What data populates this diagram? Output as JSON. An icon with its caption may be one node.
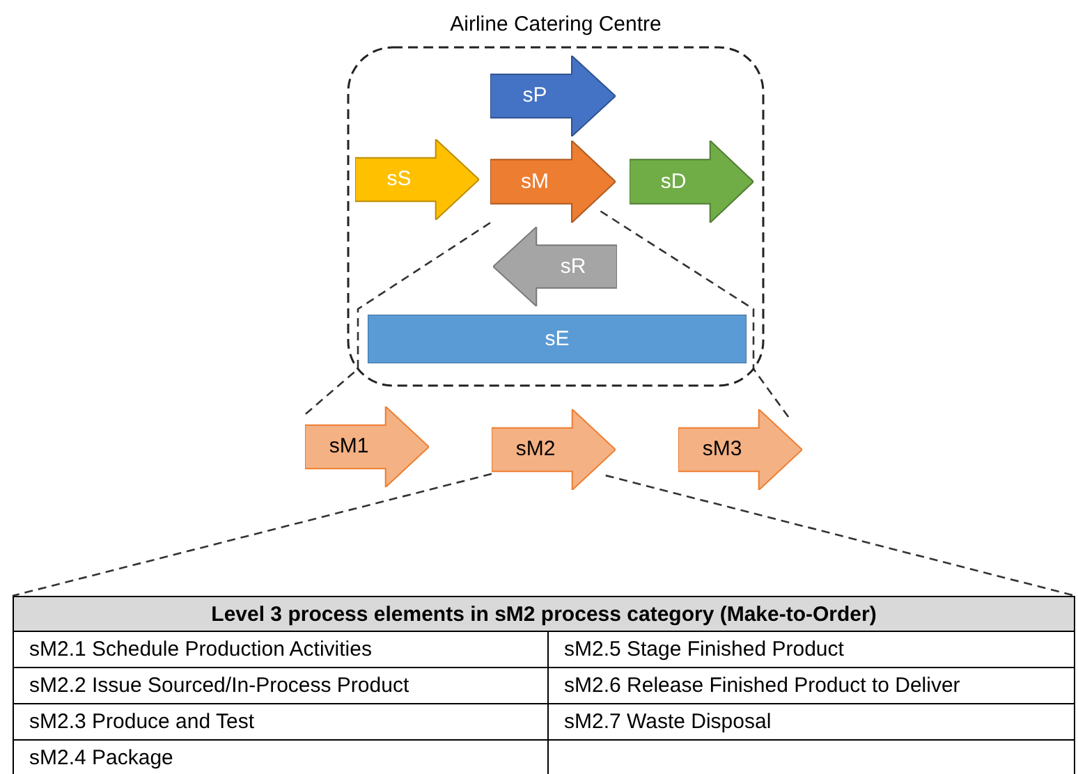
{
  "diagram": {
    "nodes": [
      {
        "text": [
          "Airline Catering Centre"
        ]
      },
      {
        "text": [
          "sP"
        ],
        "in": 0
      },
      {
        "text": [
          "sS"
        ],
        "in": 0
      },
      {
        "text": [
          "sM"
        ],
        "in": 0
      },
      {
        "text": [
          "sD"
        ],
        "in": 0
      },
      {
        "text": [
          "sR"
        ],
        "in": 0
      },
      {
        "text": [
          "sE"
        ],
        "in": 0
      },
      {
        "text": [
          "sM1"
        ]
      },
      {
        "text": [
          "sM2"
        ]
      },
      {
        "text": [
          "sM3"
        ]
      },
      {
        "text": [
          "Level 3 process elements in sM2 process category (Make-to-Order)",
          "sM2.1 Schedule Production Activities",
          "sM2.5 Stage Finished Product",
          "sM2.2 Issue Sourced/In-Process Product",
          "sM2.6 Release Finished Product to Deliver",
          "sM2.3 Produce and Test",
          "sM2.7 Waste Disposal",
          "sM2.4 Package"
        ]
      }
    ],
    "edges": [
      {
        "from": 3,
        "to": 7,
        "arrow": "none",
        "style": "dashed"
      },
      {
        "from": 3,
        "to": 9,
        "arrow": "none",
        "style": "dashed"
      },
      {
        "from": 8,
        "to": 10,
        "arrow": "none",
        "style": "dashed"
      },
      {
        "from": 8,
        "to": 10,
        "arrow": "none",
        "style": "dashed"
      }
    ]
  }
}
